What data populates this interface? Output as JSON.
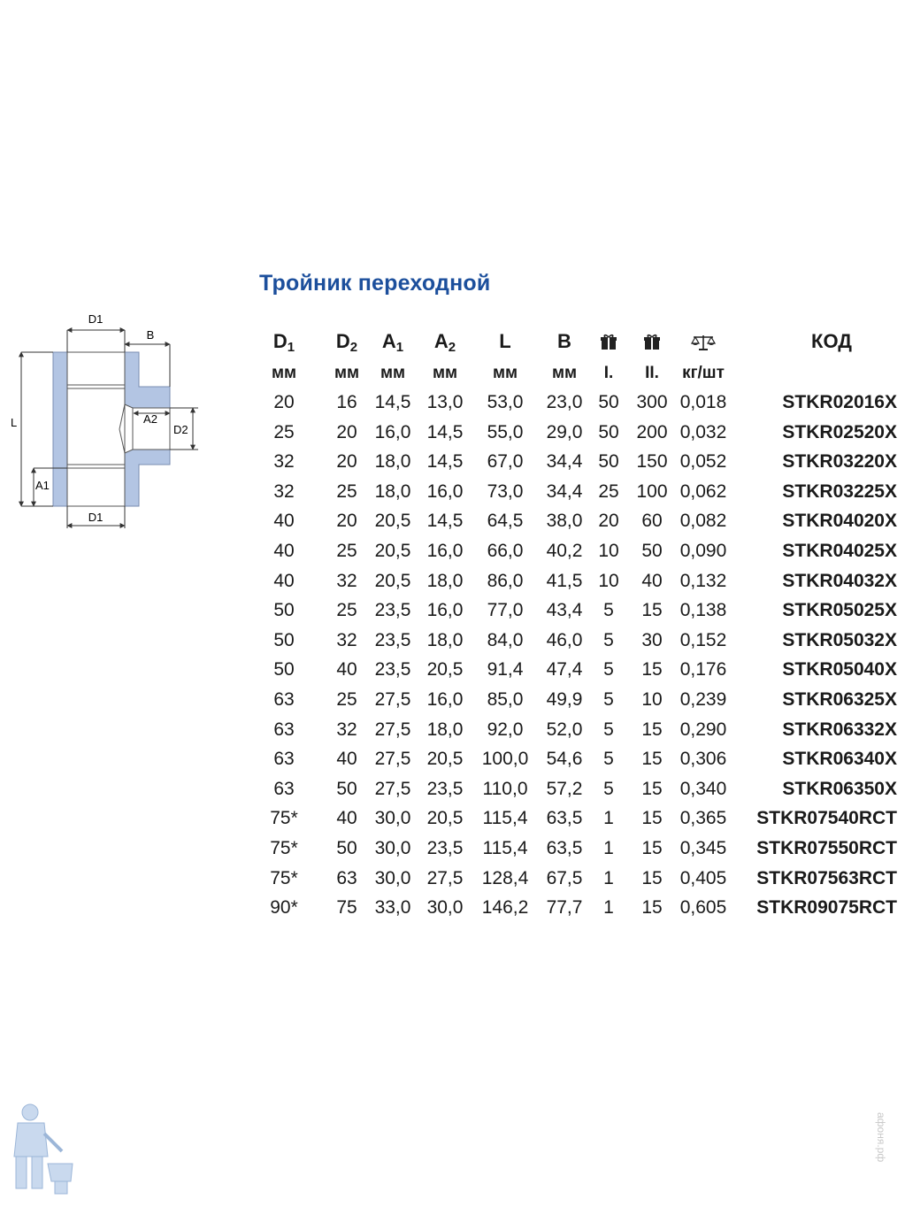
{
  "title": "Тройник переходной",
  "diagram": {
    "labels": {
      "d1_top": "D1",
      "b": "B",
      "l": "L",
      "a2": "A2",
      "d2": "D2",
      "a1": "A1",
      "d1_bottom": "D1"
    }
  },
  "table": {
    "headers": [
      {
        "base": "D",
        "sub": "1"
      },
      {
        "base": "D",
        "sub": "2"
      },
      {
        "base": "A",
        "sub": "1"
      },
      {
        "base": "A",
        "sub": "2"
      },
      {
        "base": "L",
        "sub": ""
      },
      {
        "base": "B",
        "sub": ""
      },
      {
        "icon": "package-icon"
      },
      {
        "icon": "package-icon"
      },
      {
        "icon": "scales-icon"
      },
      {
        "base": "КОД",
        "sub": ""
      }
    ],
    "units": [
      "мм",
      "мм",
      "мм",
      "мм",
      "мм",
      "мм",
      "I.",
      "II.",
      "кг/шт",
      ""
    ],
    "rows": [
      [
        "20",
        "16",
        "14,5",
        "13,0",
        "53,0",
        "23,0",
        "50",
        "300",
        "0,018",
        "STKR02016X"
      ],
      [
        "25",
        "20",
        "16,0",
        "14,5",
        "55,0",
        "29,0",
        "50",
        "200",
        "0,032",
        "STKR02520X"
      ],
      [
        "32",
        "20",
        "18,0",
        "14,5",
        "67,0",
        "34,4",
        "50",
        "150",
        "0,052",
        "STKR03220X"
      ],
      [
        "32",
        "25",
        "18,0",
        "16,0",
        "73,0",
        "34,4",
        "25",
        "100",
        "0,062",
        "STKR03225X"
      ],
      [
        "40",
        "20",
        "20,5",
        "14,5",
        "64,5",
        "38,0",
        "20",
        "60",
        "0,082",
        "STKR04020X"
      ],
      [
        "40",
        "25",
        "20,5",
        "16,0",
        "66,0",
        "40,2",
        "10",
        "50",
        "0,090",
        "STKR04025X"
      ],
      [
        "40",
        "32",
        "20,5",
        "18,0",
        "86,0",
        "41,5",
        "10",
        "40",
        "0,132",
        "STKR04032X"
      ],
      [
        "50",
        "25",
        "23,5",
        "16,0",
        "77,0",
        "43,4",
        "5",
        "15",
        "0,138",
        "STKR05025X"
      ],
      [
        "50",
        "32",
        "23,5",
        "18,0",
        "84,0",
        "46,0",
        "5",
        "30",
        "0,152",
        "STKR05032X"
      ],
      [
        "50",
        "40",
        "23,5",
        "20,5",
        "91,4",
        "47,4",
        "5",
        "15",
        "0,176",
        "STKR05040X"
      ],
      [
        "63",
        "25",
        "27,5",
        "16,0",
        "85,0",
        "49,9",
        "5",
        "10",
        "0,239",
        "STKR06325X"
      ],
      [
        "63",
        "32",
        "27,5",
        "18,0",
        "92,0",
        "52,0",
        "5",
        "15",
        "0,290",
        "STKR06332X"
      ],
      [
        "63",
        "40",
        "27,5",
        "20,5",
        "100,0",
        "54,6",
        "5",
        "15",
        "0,306",
        "STKR06340X"
      ],
      [
        "63",
        "50",
        "27,5",
        "23,5",
        "110,0",
        "57,2",
        "5",
        "15",
        "0,340",
        "STKR06350X"
      ],
      [
        "75*",
        "40",
        "30,0",
        "20,5",
        "115,4",
        "63,5",
        "1",
        "15",
        "0,365",
        "STKR07540RCT"
      ],
      [
        "75*",
        "50",
        "30,0",
        "23,5",
        "115,4",
        "63,5",
        "1",
        "15",
        "0,345",
        "STKR07550RCT"
      ],
      [
        "75*",
        "63",
        "30,0",
        "27,5",
        "128,4",
        "67,5",
        "1",
        "15",
        "0,405",
        "STKR07563RCT"
      ],
      [
        "90*",
        "75",
        "33,0",
        "30,0",
        "146,2",
        "77,7",
        "1",
        "15",
        "0,605",
        "STKR09075RCT"
      ]
    ]
  },
  "watermark": "афоня.рф",
  "colors": {
    "title": "#1c4f9c",
    "fitting": "#b3c5e3",
    "text": "#1a1a1a"
  }
}
